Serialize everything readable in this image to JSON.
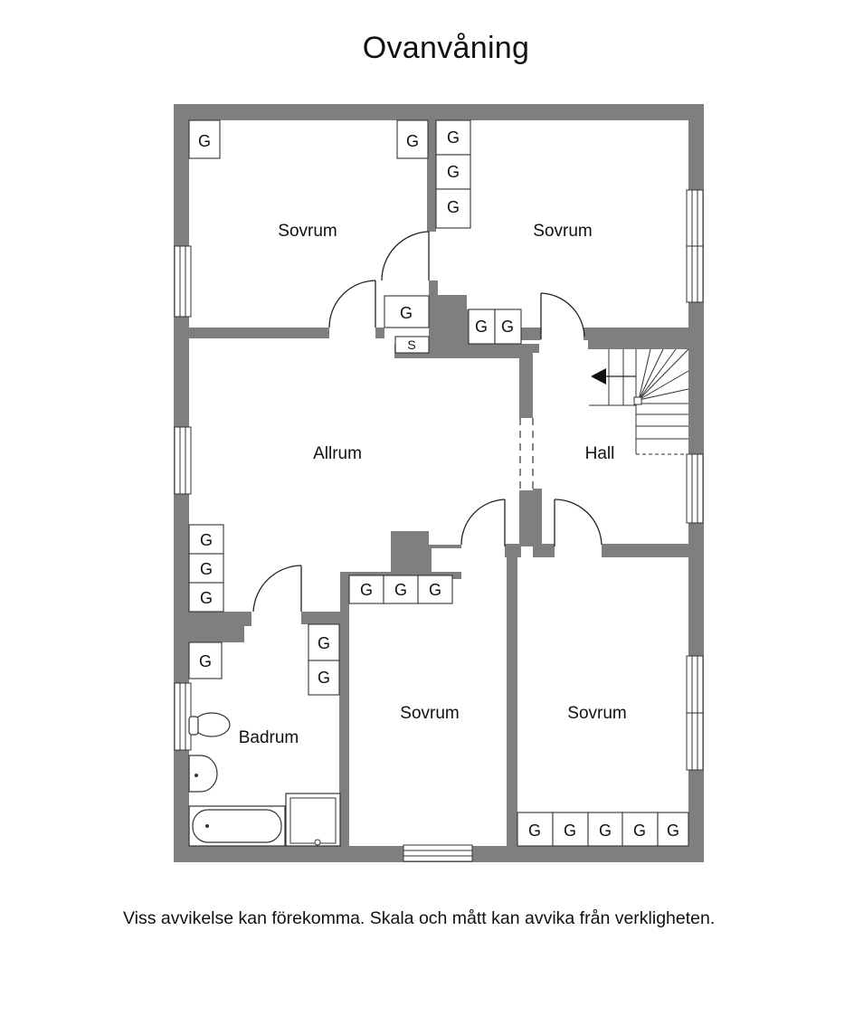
{
  "title": "Ovanvåning",
  "footer": "Viss avvikelse kan förekomma. Skala och mått kan avvika från verkligheten.",
  "rooms": {
    "sovrum_nw": "Sovrum",
    "sovrum_ne": "Sovrum",
    "allrum": "Allrum",
    "hall": "Hall",
    "badrum": "Badrum",
    "sovrum_sc": "Sovrum",
    "sovrum_se": "Sovrum"
  },
  "wardrobe_label": "G",
  "storage_label": "S"
}
